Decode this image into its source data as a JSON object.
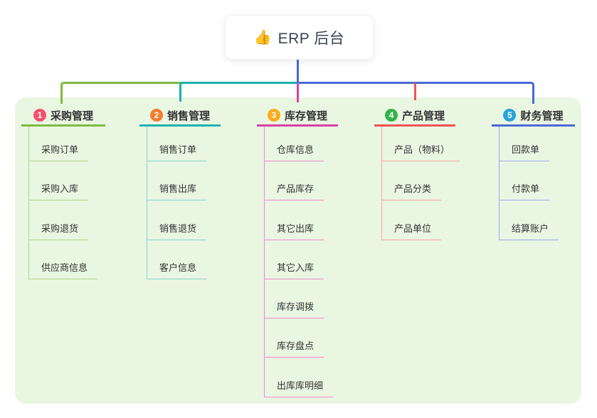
{
  "root": {
    "emoji": "👍",
    "label": "ERP 后台"
  },
  "colors": {
    "panel_background": "#e9f6e2",
    "page_background": "#ffffff",
    "root_text": "#3a4254",
    "topic_text": "#333333",
    "child_text": "#333333"
  },
  "branches": [
    {
      "index": "1",
      "label": "采购管理",
      "badge_color": "#f5516d",
      "line_color": "#7fbb42",
      "child_line_color": "#afd78a",
      "children": [
        "采购订单",
        "采购入库",
        "采购退货",
        "供应商信息"
      ]
    },
    {
      "index": "2",
      "label": "销售管理",
      "badge_color": "#f57d2d",
      "line_color": "#17b3ae",
      "child_line_color": "#82d6cf",
      "children": [
        "销售订单",
        "销售出库",
        "销售退货",
        "客户信息"
      ]
    },
    {
      "index": "3",
      "label": "库存管理",
      "badge_color": "#fbac18",
      "line_color": "#d840a4",
      "child_line_color": "#ef8ac8",
      "children": [
        "仓库信息",
        "产品库存",
        "其它出库",
        "其它入库",
        "库存调拨",
        "库存盘点",
        "出库库明细"
      ]
    },
    {
      "index": "4",
      "label": "产品管理",
      "badge_color": "#33b348",
      "line_color": "#f05352",
      "child_line_color": "#f8a3a0",
      "children": [
        "产品（物料）",
        "产品分类",
        "产品单位"
      ]
    },
    {
      "index": "5",
      "label": "财务管理",
      "badge_color": "#2aa1db",
      "line_color": "#4a68d9",
      "child_line_color": "#98abe7",
      "children": [
        "回款单",
        "付款单",
        "结算账户"
      ]
    }
  ]
}
